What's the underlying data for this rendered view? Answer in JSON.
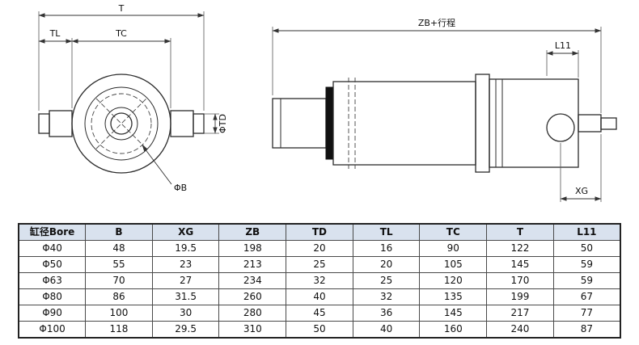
{
  "drawing": {
    "front_view": {
      "dim_t": "T",
      "dim_tl": "TL",
      "dim_tc": "TC",
      "dim_td": "ΦTD",
      "dim_b": "ΦB"
    },
    "side_view": {
      "dim_zb": "ZB+行程",
      "dim_l11": "L11",
      "dim_xg": "XG"
    }
  },
  "table": {
    "headers": [
      "缸径Bore",
      "B",
      "XG",
      "ZB",
      "TD",
      "TL",
      "TC",
      "T",
      "L11"
    ],
    "rows": [
      [
        "Φ40",
        "48",
        "19.5",
        "198",
        "20",
        "16",
        "90",
        "122",
        "50"
      ],
      [
        "Φ50",
        "55",
        "23",
        "213",
        "25",
        "20",
        "105",
        "145",
        "59"
      ],
      [
        "Φ63",
        "70",
        "27",
        "234",
        "32",
        "25",
        "120",
        "170",
        "59"
      ],
      [
        "Φ80",
        "86",
        "31.5",
        "260",
        "40",
        "32",
        "135",
        "199",
        "67"
      ],
      [
        "Φ90",
        "100",
        "30",
        "280",
        "45",
        "36",
        "145",
        "217",
        "77"
      ],
      [
        "Φ100",
        "118",
        "29.5",
        "310",
        "50",
        "40",
        "160",
        "240",
        "87"
      ]
    ]
  },
  "colors": {
    "line": "#2b2b2b",
    "table_header_bg": "#d9e2ee",
    "table_border": "#4a4a4a"
  }
}
